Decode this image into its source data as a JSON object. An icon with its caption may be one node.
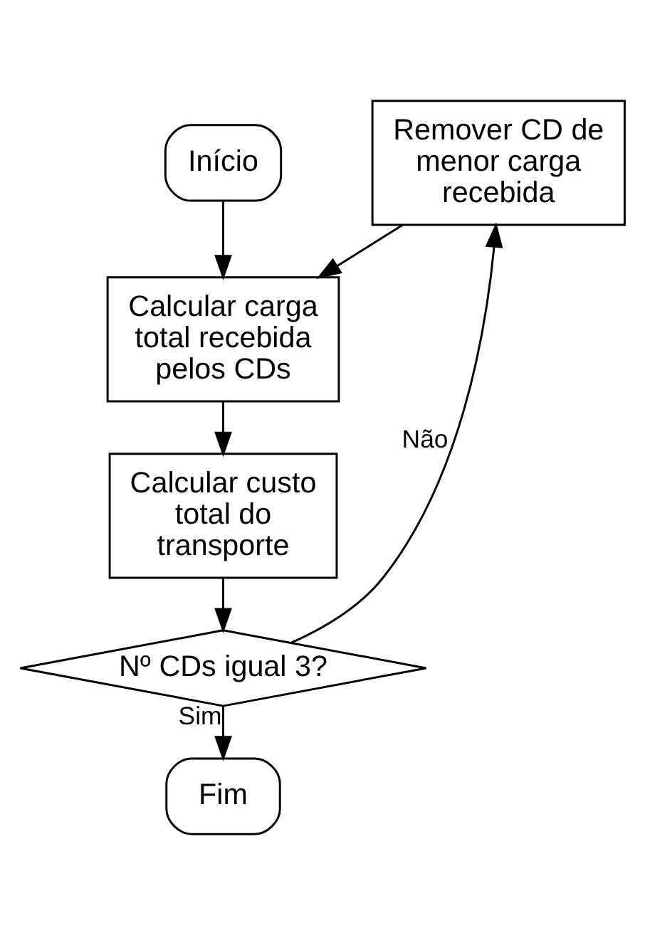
{
  "diagram": {
    "nodes": [
      {
        "text": [
          "Início"
        ]
      },
      {
        "text": [
          "Calcular carga total recebida pelos CDs"
        ]
      },
      {
        "text": [
          "Remover CD de menor carga recebida"
        ]
      },
      {
        "text": [
          "Calcular custo total do transporte"
        ]
      },
      {
        "text": [
          "Nº CDs igual 3?"
        ]
      },
      {
        "text": [
          "Fim"
        ]
      }
    ],
    "edges": [
      {
        "from": 0,
        "to": 1,
        "arrow": "to"
      },
      {
        "from": 1,
        "to": 3,
        "arrow": "to"
      },
      {
        "from": 3,
        "to": 4,
        "arrow": "to"
      },
      {
        "from": 4,
        "to": 5,
        "arrow": "to",
        "label": "Sim"
      },
      {
        "from": 4,
        "to": 2,
        "arrow": "to",
        "label": "Não"
      },
      {
        "from": 2,
        "to": 1,
        "arrow": "to"
      }
    ]
  }
}
